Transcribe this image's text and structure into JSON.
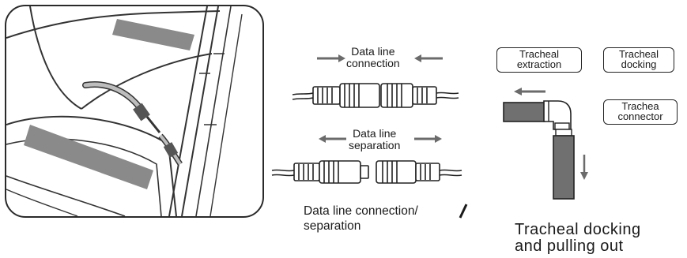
{
  "connection": {
    "label_line1": "Data line",
    "label_line2": "connection"
  },
  "separation": {
    "label_line1": "Data line",
    "label_line2": "separation"
  },
  "caption": {
    "line1": "Data line connection/",
    "line2": "separation"
  },
  "tracheal": {
    "extraction_line1": "Tracheal",
    "extraction_line2": "extraction",
    "docking_line1": "Tracheal",
    "docking_line2": "docking",
    "connector_line1": "Trachea",
    "connector_line2": "connector",
    "title_line1": "Tracheal docking",
    "title_line2": "and pulling out"
  },
  "colors": {
    "arrow": "#6b6b6b",
    "tube": "#707070",
    "outline": "#222222"
  }
}
